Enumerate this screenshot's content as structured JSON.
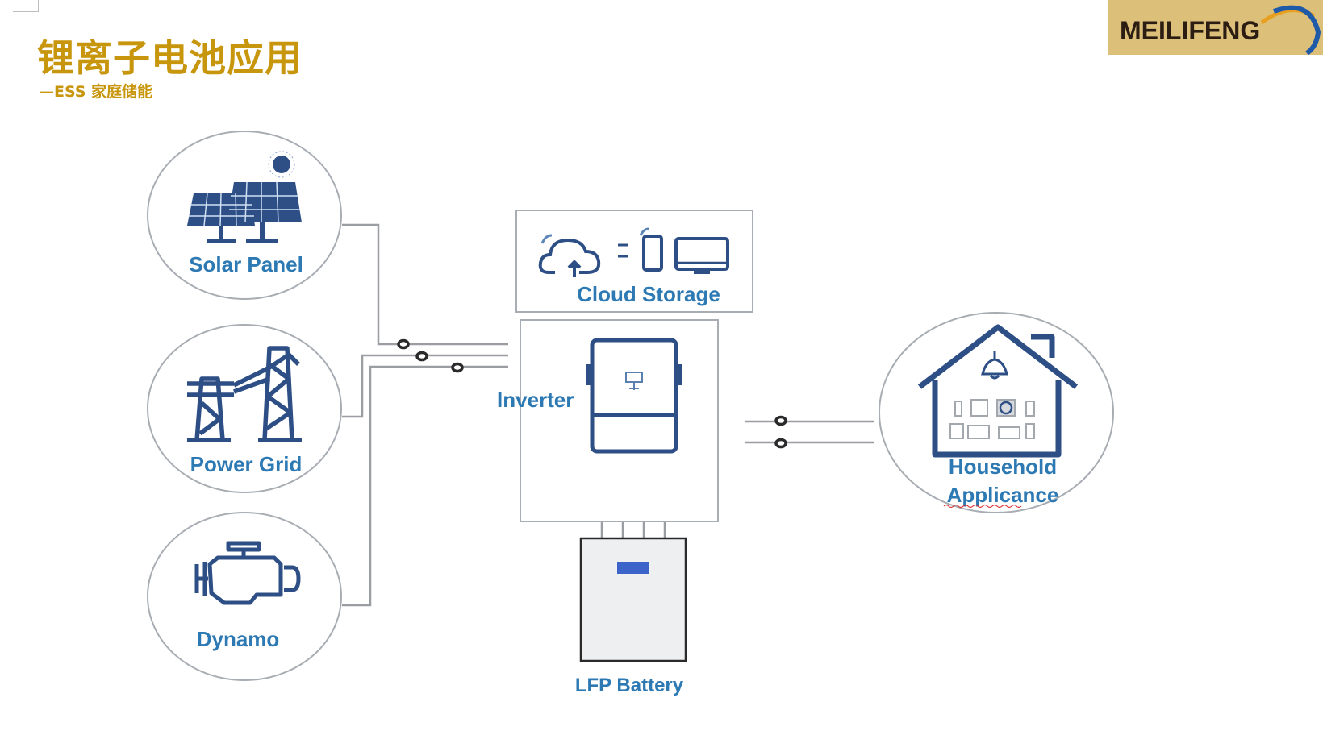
{
  "header": {
    "title": "锂离子电池应用",
    "subtitle": "—ESS  家庭储能"
  },
  "logo": {
    "text": "MEILIFENG",
    "colors": {
      "background": "#dcc07a",
      "text": "#2b1d12",
      "accent_red": "#d63a2a",
      "arc_yellow": "#e8a020",
      "arc_blue": "#1f5aa8"
    }
  },
  "diagram": {
    "colors": {
      "icon": "#2e4f86",
      "label": "#2c79b3",
      "line": "#9a9ea3",
      "circle": "#a7adb3",
      "battery_indicator": "#3b63c9"
    },
    "sources": [
      {
        "id": "solar-panel",
        "label": "Solar Panel",
        "icon": "solar-panel-icon"
      },
      {
        "id": "power-grid",
        "label": "Power Grid",
        "icon": "power-tower-icon"
      },
      {
        "id": "dynamo",
        "label": "Dynamo",
        "icon": "engine-icon"
      }
    ],
    "cloud": {
      "label": "Cloud Storage",
      "icons": [
        "cloud-upload-icon",
        "sync-arrows-icon",
        "phone-icon",
        "monitor-icon"
      ]
    },
    "inverter": {
      "label": "Inverter",
      "icon": "inverter-icon"
    },
    "battery": {
      "label": "LFP Battery",
      "icon": "battery-icon"
    },
    "load": {
      "label_line1": "Household",
      "label_line2": "Applicance",
      "icon": "house-icon"
    }
  }
}
